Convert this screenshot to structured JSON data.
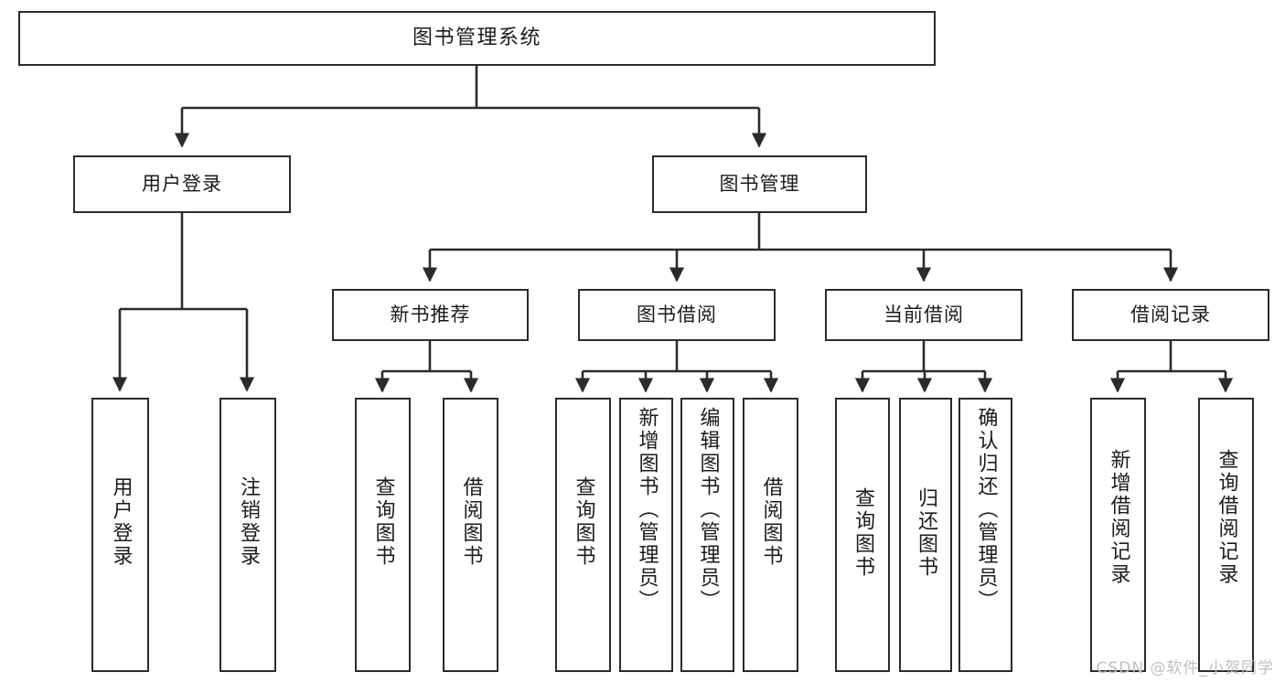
{
  "diagram": {
    "title": "图书管理系统",
    "type": "tree-hierarchy-functional-decomposition",
    "root": {
      "label": "图书管理系统"
    },
    "level2": [
      {
        "label": "用户登录"
      },
      {
        "label": "图书管理"
      }
    ],
    "level3": [
      {
        "label": "新书推荐"
      },
      {
        "label": "图书借阅"
      },
      {
        "label": "当前借阅"
      },
      {
        "label": "借阅记录"
      }
    ],
    "leaves": {
      "user_login": [
        {
          "label": "用户登录"
        },
        {
          "label": "注销登录"
        }
      ],
      "new_book_recommend": [
        {
          "label": "查询图书"
        },
        {
          "label": "借阅图书"
        }
      ],
      "book_borrow": [
        {
          "label": "查询图书"
        },
        {
          "label": "新增图书（管理员）"
        },
        {
          "label": "编辑图书（管理员）"
        },
        {
          "label": "借阅图书"
        }
      ],
      "current_borrow": [
        {
          "label": "查询图书"
        },
        {
          "label": "归还图书"
        },
        {
          "label": "确认归还（管理员）"
        }
      ],
      "borrow_records": [
        {
          "label": "新增借阅记录"
        },
        {
          "label": "查询借阅记录"
        }
      ]
    },
    "watermark": "CSDN @软件_小贺同学",
    "colors": {
      "stroke": "#2b2b2b",
      "fill": "#ffffff",
      "text": "#1b1b1b",
      "watermark": "#bfbfbf"
    }
  }
}
